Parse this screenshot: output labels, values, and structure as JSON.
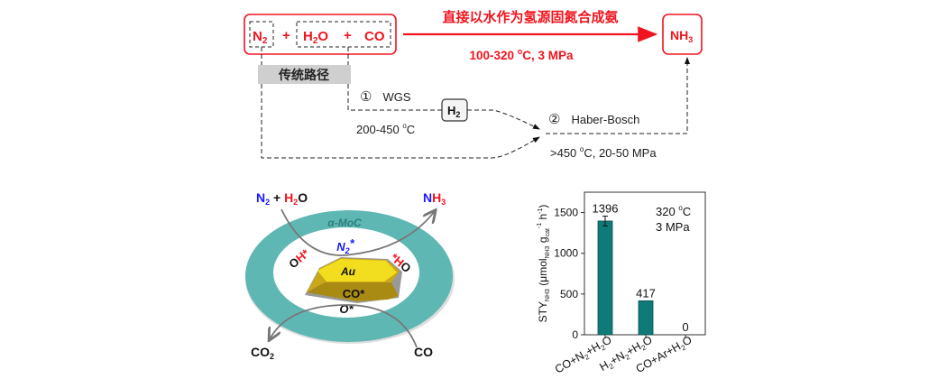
{
  "top": {
    "reactants": {
      "n": "N",
      "n_sub": "2",
      "plus1": "+",
      "h": "H",
      "h_sub": "2",
      "o": "O",
      "plus2": "+",
      "co": "CO"
    },
    "direct_title": "直接以水作为氢源固氮合成氨",
    "direct_conditions": {
      "pre": "100-320 ",
      "deg": "o",
      "post": "C, 3 MPa"
    },
    "product": {
      "nh": "NH",
      "sub": "3"
    },
    "traditional_label": "传统路径",
    "step1": {
      "num": "①",
      "name": "WGS",
      "cond_pre": "200-450 ",
      "deg": "o",
      "cond_post": "C"
    },
    "h2": {
      "h": "H",
      "sub": "2"
    },
    "step2": {
      "num": "②",
      "name": "Haber-Bosch",
      "cond_pre": ">450 ",
      "deg": "o",
      "cond_post": "C, 20-50 MPa"
    }
  },
  "mechanism": {
    "in_top": {
      "n": "N",
      "n_sub": "2",
      "plus": " + ",
      "h": "H",
      "h_sub": "2",
      "o": "O"
    },
    "out_top": {
      "n": "N",
      "h": "H",
      "sub": "3"
    },
    "support": "α-MoC",
    "n2_ads": {
      "n": "N",
      "sub": "2",
      "star": "*"
    },
    "oh_left": {
      "o": "O",
      "h": "H*"
    },
    "oh_right": {
      "o": "O",
      "h": "*H"
    },
    "au": "Au",
    "co_ads": "CO*",
    "o_ads": "O*",
    "out_bottom": {
      "co": "CO",
      "sub": "2"
    },
    "in_bottom": "CO",
    "colors": {
      "support": "#5fb7b4",
      "au_top": "#f2de1e",
      "au_side": "#a98b14",
      "blue": "#1a1aff",
      "red": "#f0141e"
    }
  },
  "chart_data": {
    "type": "bar",
    "categories": [
      "CO+N2+H2O",
      "H2+N2+H2O",
      "CO+Ar+H2O"
    ],
    "category_parts": [
      [
        "CO+N",
        "2",
        "+H",
        "2",
        "O"
      ],
      [
        "H",
        "2",
        "+N",
        "2",
        "+H",
        "2",
        "O"
      ],
      [
        "CO+Ar+H",
        "2",
        "O"
      ]
    ],
    "values": [
      1396,
      417,
      0
    ],
    "value_labels": [
      "1396",
      "417",
      "0"
    ],
    "error": [
      60,
      0,
      0
    ],
    "ylim": [
      0,
      1750
    ],
    "yticks": [
      0,
      500,
      1000,
      1500
    ],
    "ytick_labels": [
      "0",
      "500",
      "1000",
      "1500"
    ],
    "ylabel_parts": {
      "sty": "STY",
      "nh3": "NH3",
      "mid": " (μmol",
      "nh3b": "NH3",
      "g": " g",
      "cat": "cat",
      "inv": "-1",
      "h": " h",
      "inv2": "-1",
      "close": ")"
    },
    "annotation": {
      "temp_pre": "320 ",
      "deg": "o",
      "temp_post": "C",
      "pressure": "3 MPa"
    },
    "bar_color": "#0f7a78"
  }
}
